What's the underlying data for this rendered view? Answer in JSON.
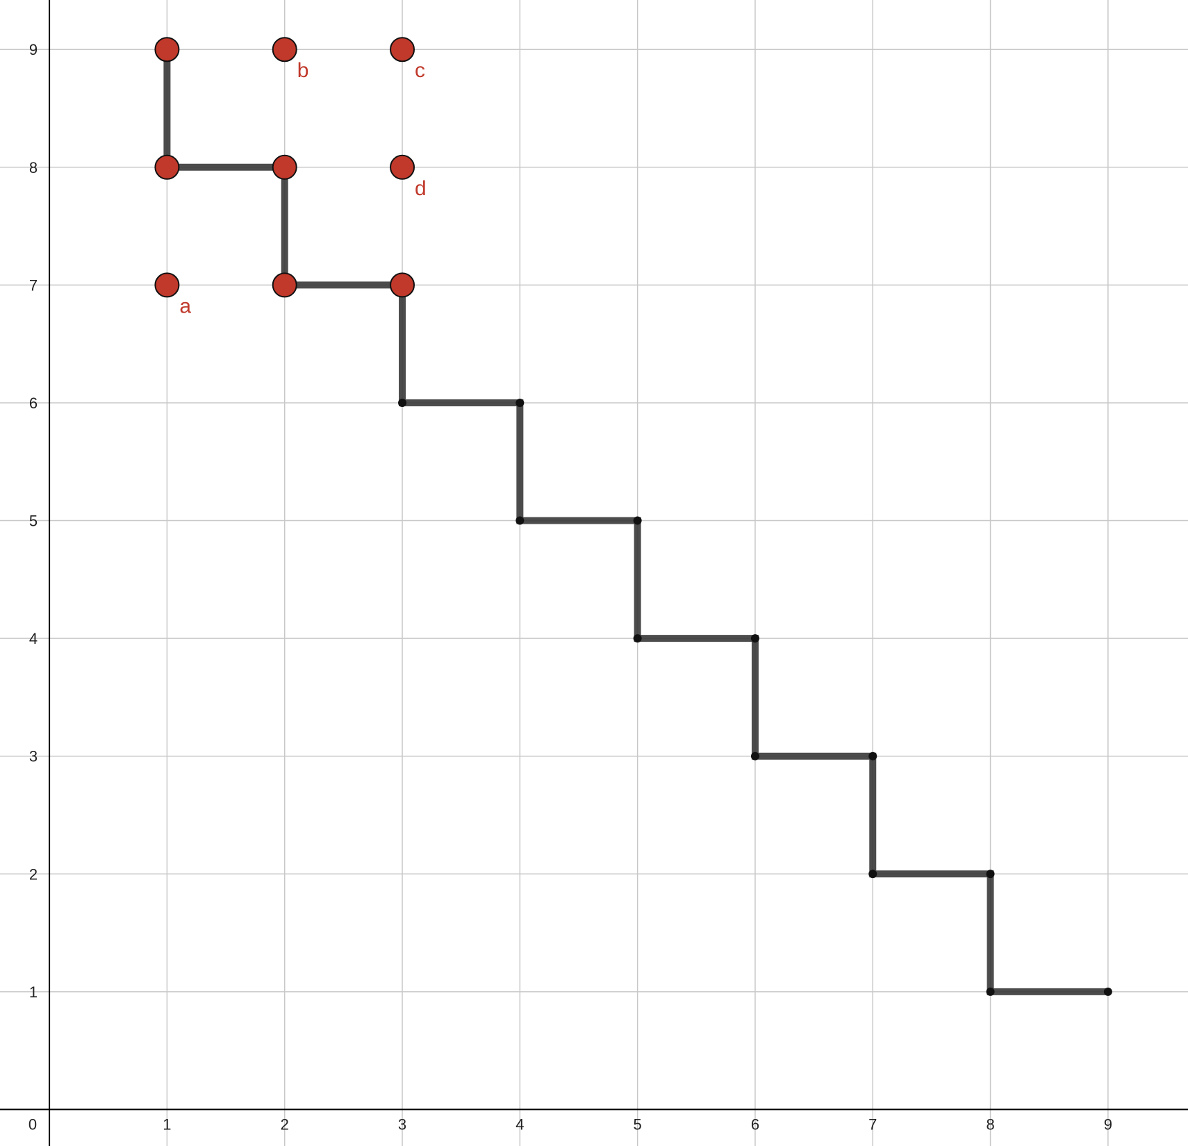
{
  "chart_data": {
    "type": "scatter",
    "title": "",
    "xlabel": "",
    "ylabel": "",
    "xlim": [
      -0.42,
      9.68
    ],
    "ylim": [
      -0.31,
      9.42
    ],
    "grid": true,
    "x_ticks": [
      0,
      1,
      2,
      3,
      4,
      5,
      6,
      7,
      8,
      9
    ],
    "y_ticks": [
      1,
      2,
      3,
      4,
      5,
      6,
      7,
      8,
      9
    ],
    "origin_label": "0",
    "colors": {
      "points": "#c0392b",
      "path": "#333333",
      "grid": "#c8c8c8",
      "axis": "#000000",
      "labels": "#c0392b"
    },
    "path": [
      [
        1,
        9
      ],
      [
        1,
        8
      ],
      [
        2,
        8
      ],
      [
        2,
        7
      ],
      [
        3,
        7
      ],
      [
        3,
        6
      ],
      [
        4,
        6
      ],
      [
        4,
        5
      ],
      [
        5,
        5
      ],
      [
        5,
        4
      ],
      [
        6,
        4
      ],
      [
        6,
        3
      ],
      [
        7,
        3
      ],
      [
        7,
        2
      ],
      [
        8,
        2
      ],
      [
        8,
        1
      ],
      [
        9,
        1
      ]
    ],
    "points": [
      {
        "x": 1,
        "y": 9
      },
      {
        "x": 2,
        "y": 9
      },
      {
        "x": 3,
        "y": 9
      },
      {
        "x": 1,
        "y": 8
      },
      {
        "x": 2,
        "y": 8
      },
      {
        "x": 3,
        "y": 8
      },
      {
        "x": 1,
        "y": 7
      },
      {
        "x": 2,
        "y": 7
      },
      {
        "x": 3,
        "y": 7
      }
    ],
    "point_labels": [
      {
        "text": "a",
        "x": 1,
        "y": 7
      },
      {
        "text": "b",
        "x": 2,
        "y": 9
      },
      {
        "text": "c",
        "x": 3,
        "y": 9
      },
      {
        "text": "d",
        "x": 3,
        "y": 8
      }
    ]
  }
}
